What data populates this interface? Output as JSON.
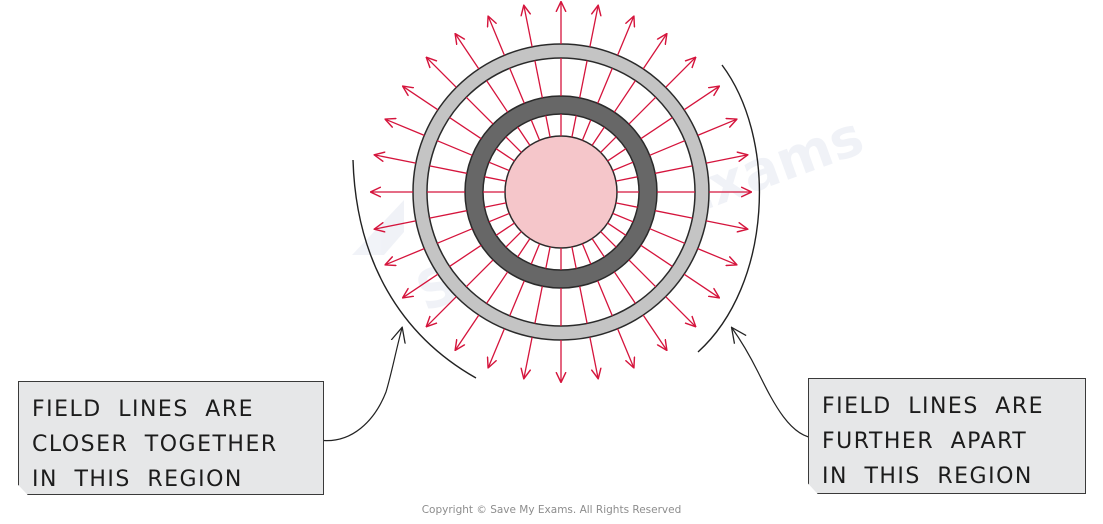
{
  "left_label": {
    "lines": [
      "FIELD LINES ARE",
      "CLOSER TOGETHER",
      "IN THIS REGION"
    ]
  },
  "right_label": {
    "lines": [
      "FIELD LINES ARE",
      "FURTHER APART",
      "IN THIS REGION"
    ]
  },
  "copyright": "Copyright © Save My Exams. All Rights Reserved",
  "watermark": "Save My Exams",
  "colors": {
    "field_line": "#d5143c",
    "core": "#f5c6ca",
    "inner_ring": "#676767",
    "outer_ring": "#c4c4c4",
    "outline": "#2a2a2a",
    "box_fill": "#e6e7e8"
  }
}
